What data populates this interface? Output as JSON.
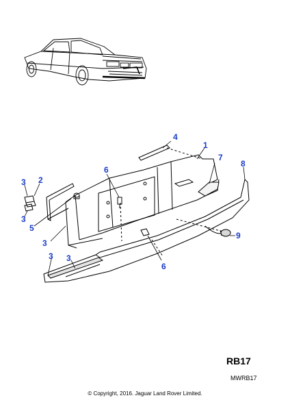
{
  "diagram": {
    "callouts": {
      "c1": "1",
      "c2": "2",
      "c3a": "3",
      "c3b": "3",
      "c3c": "3",
      "c3d": "3",
      "c3e": "3",
      "c4": "4",
      "c5": "5",
      "c6a": "6",
      "c6b": "6",
      "c7": "7",
      "c8": "8",
      "c9": "9"
    },
    "callout_color": "#1a3cc8",
    "ref_code": "RB17",
    "drawing_id": "MWRB17",
    "copyright": "© Copyright, 2016. Jaguar Land Rover Limited."
  }
}
